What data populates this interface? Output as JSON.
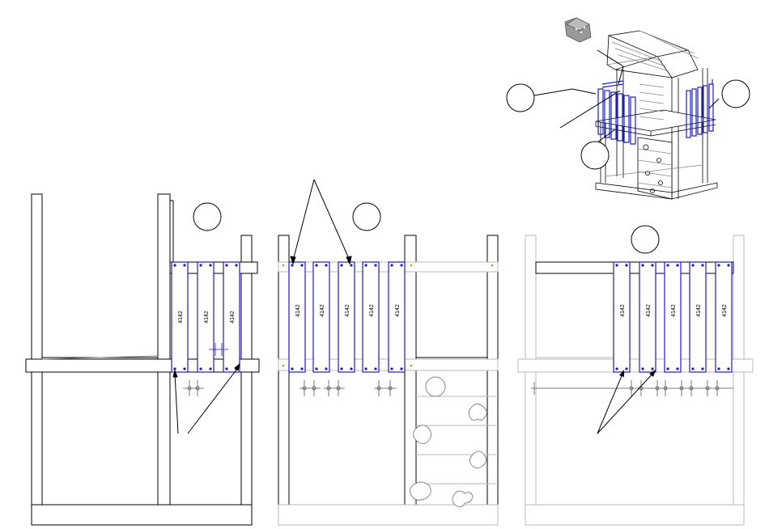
{
  "board_label": "4142",
  "colors": {
    "line": "#000000",
    "faint": "#b8b8b8",
    "highlight": "#1a1ac8",
    "hardware": "#777777",
    "bracket_fill": "#888888"
  },
  "views": [
    {
      "name": "left-side-view",
      "panel_count": 3
    },
    {
      "name": "center-front-view",
      "panel_count": 5
    },
    {
      "name": "right-side-view",
      "panel_count": 5
    }
  ],
  "callout_circles": [
    {
      "name": "overview-callout-left"
    },
    {
      "name": "overview-callout-bottom"
    },
    {
      "name": "overview-callout-right"
    },
    {
      "name": "left-view-callout"
    },
    {
      "name": "center-view-callout"
    },
    {
      "name": "right-view-callout"
    }
  ]
}
